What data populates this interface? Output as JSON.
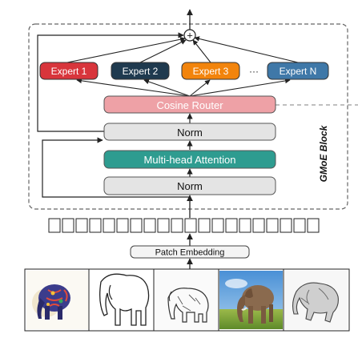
{
  "block": {
    "title": "GMoE Block",
    "plus_symbol": "+",
    "ellipsis": "···",
    "experts": [
      {
        "label": "Expert 1",
        "color": "#d8353c"
      },
      {
        "label": "Expert 2",
        "color": "#1f3a4f"
      },
      {
        "label": "Expert 3",
        "color": "#f2840c"
      },
      {
        "label": "Expert N",
        "color": "#3f78a8"
      }
    ],
    "router": {
      "label": "Cosine Router",
      "color": "#eea1a6"
    },
    "norm_top": {
      "label": "Norm",
      "color": "#e4e4e4"
    },
    "attention": {
      "label": "Multi-head Attention",
      "color": "#2e9c90"
    },
    "norm_bottom": {
      "label": "Norm",
      "color": "#e4e4e4"
    }
  },
  "patches": {
    "count": 20
  },
  "patch_embedding": {
    "label": "Patch Embedding"
  },
  "images": [
    {
      "name": "elephant-painting-image",
      "style": "painting"
    },
    {
      "name": "elephant-outline-image",
      "style": "outline"
    },
    {
      "name": "elephant-sketch-image",
      "style": "sketch"
    },
    {
      "name": "elephant-photo-image",
      "style": "photo"
    },
    {
      "name": "elephant-pencil-image",
      "style": "pencil"
    }
  ]
}
